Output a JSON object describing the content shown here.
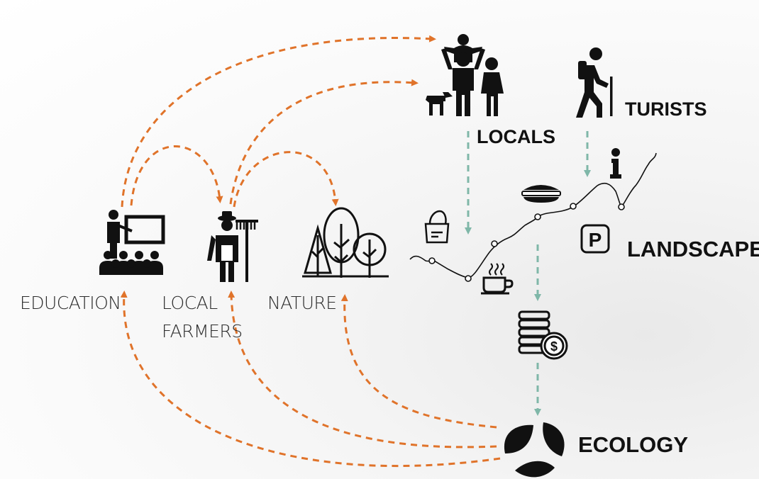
{
  "labels": {
    "education": "EDUCATION",
    "local_farmers_1": "LOCAL",
    "local_farmers_2": "FARMERS",
    "nature": "NATURE",
    "locals": "LOCALS",
    "turists": "TURISTS",
    "landscape": "LANDSCAPE",
    "ecology": "ECOLOGY"
  },
  "icons": {
    "parking": "P",
    "info": "i",
    "money": "$"
  },
  "colors": {
    "orange_arrow": "#e0732a",
    "teal_arrow": "#7fb7a8",
    "ink": "#111111"
  }
}
